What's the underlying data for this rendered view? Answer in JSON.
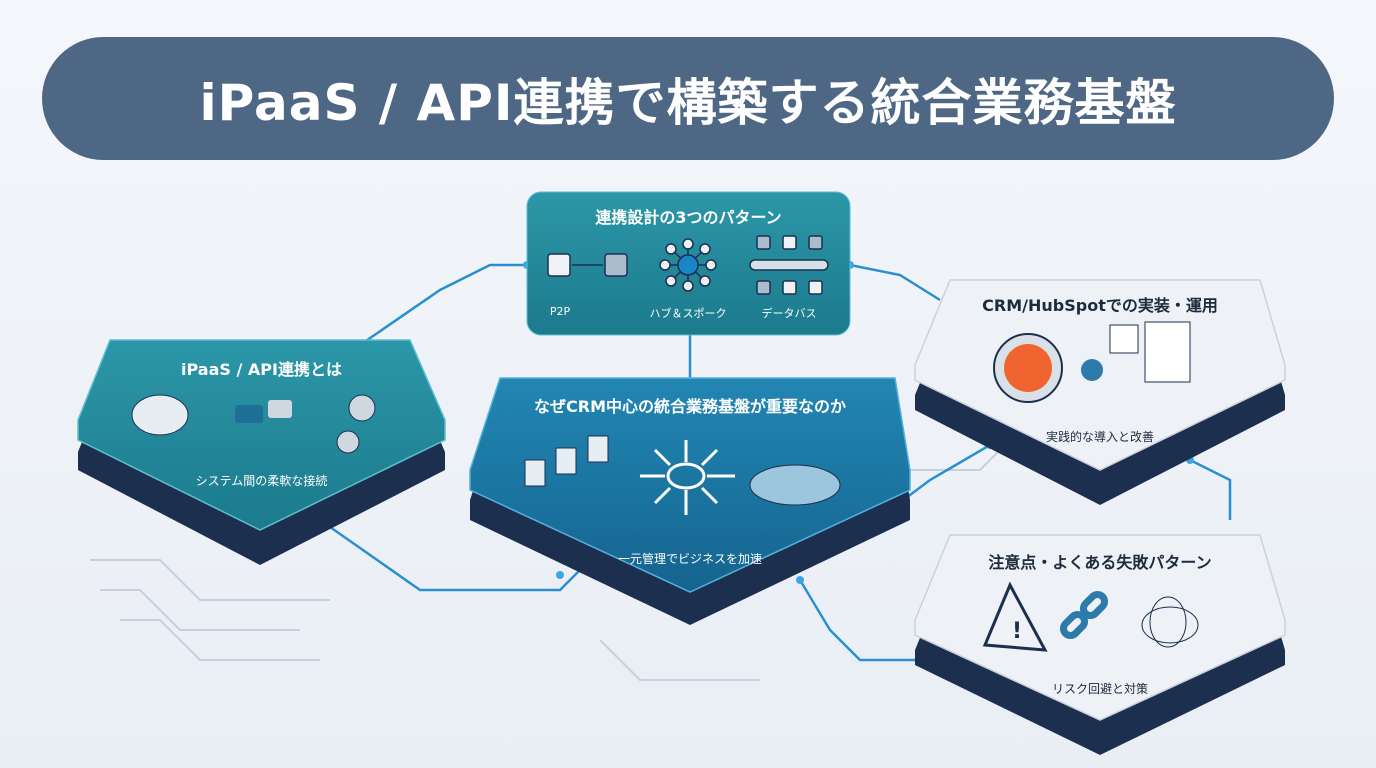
{
  "title": "iPaaS / API連携で構築する統合業務基盤",
  "panels": {
    "patterns": {
      "heading": "連携設計の3つのパターン",
      "items": [
        "P2P",
        "ハブ＆スポーク",
        "データバス"
      ]
    },
    "intro": {
      "heading": "iPaaS / API連携とは",
      "caption": "システム間の柔軟な接続"
    },
    "center": {
      "heading": "なぜCRM中心の統合業務基盤が重要なのか",
      "caption": "一元管理でビジネスを加速"
    },
    "hubspot": {
      "heading": "CRM/HubSpotでの実装・運用",
      "caption": "実践的な導入と改善"
    },
    "pitfalls": {
      "heading": "注意点・よくある失敗パターン",
      "caption": "リスク回避と対策"
    }
  },
  "colors": {
    "title_bg": "#4e6784",
    "teal": "#23879a",
    "blue": "#1a77a6",
    "navy": "#1c2f4f",
    "light": "#eef1f5",
    "hubspot": "#f0652f"
  }
}
